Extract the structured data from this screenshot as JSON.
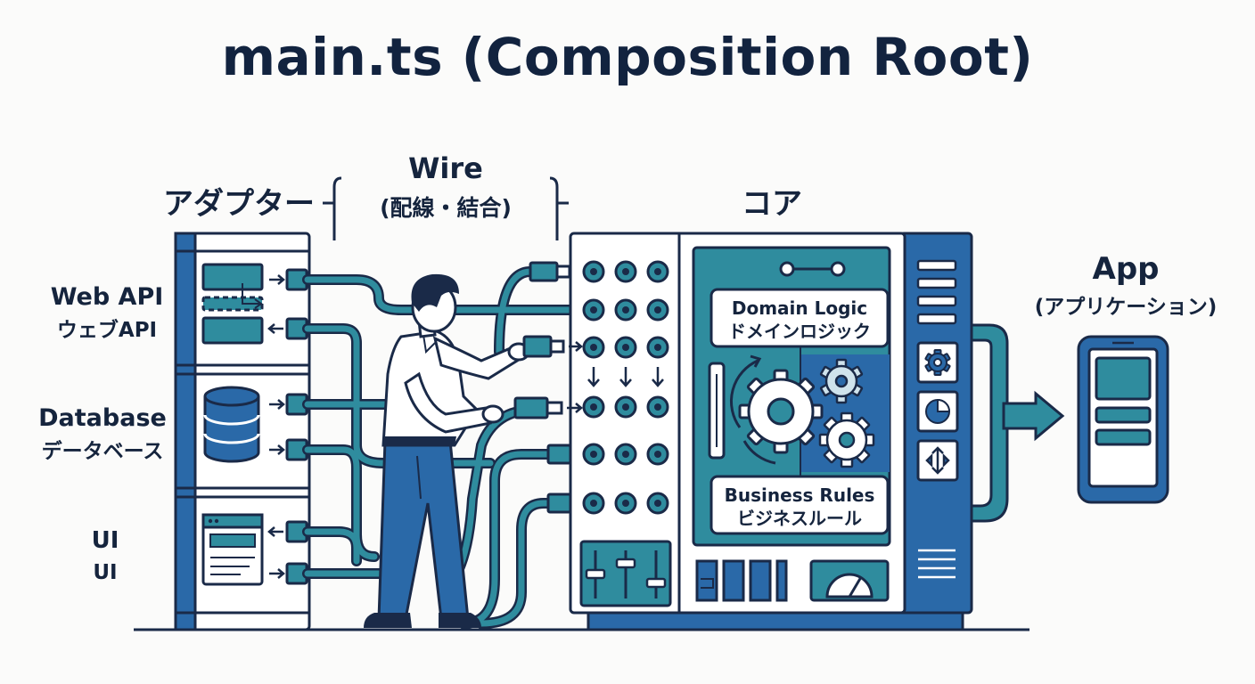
{
  "title": "main.ts (Composition Root)",
  "wire": {
    "label": "Wire",
    "sublabel": "(配線・結合)"
  },
  "adapters": {
    "heading": "アダプター",
    "items": [
      {
        "name": "Web API",
        "name_ja": "ウェブAPI"
      },
      {
        "name": "Database",
        "name_ja": "データベース"
      },
      {
        "name": "UI",
        "name_ja": "UI"
      }
    ]
  },
  "core": {
    "heading": "コア",
    "domain_logic": {
      "label": "Domain Logic",
      "label_ja": "ドメインロジック"
    },
    "business_rules": {
      "label": "Business Rules",
      "label_ja": "ビジネスルール"
    }
  },
  "app": {
    "label": "App",
    "label_ja": "(アプリケーション)"
  },
  "colors": {
    "navy": "#1a2a48",
    "teal": "#2f8c9e",
    "blue": "#2a69a8",
    "dark_blue": "#1f5d9c",
    "panel_bg": "#eef3f6"
  }
}
